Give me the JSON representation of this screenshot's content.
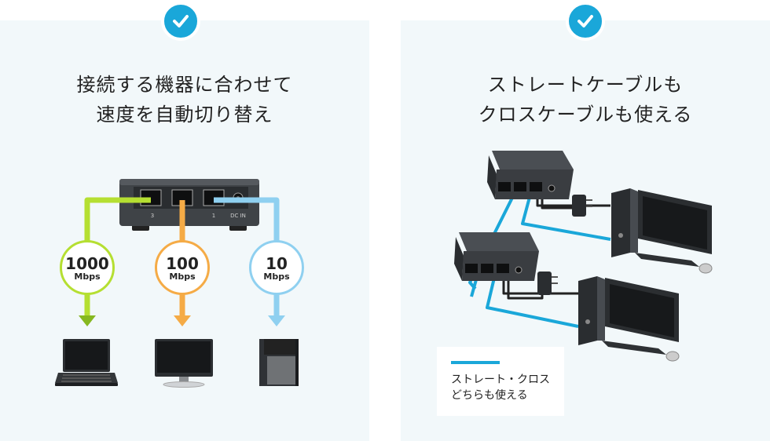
{
  "left_panel": {
    "title_line1": "接続する機器に合わせて",
    "title_line2": "速度を自動切り替え",
    "port_labels": [
      "3",
      "1",
      "DC IN"
    ],
    "speeds": [
      {
        "value": "1000",
        "unit": "Mbps",
        "color": "#b5df32"
      },
      {
        "value": "100",
        "unit": "Mbps",
        "color": "#f5ab46"
      },
      {
        "value": "10",
        "unit": "Mbps",
        "color": "#8fd0f0"
      }
    ]
  },
  "right_panel": {
    "title_line1": "ストレートケーブルも",
    "title_line2": "クロスケーブルも使える",
    "legend": {
      "line1": "ストレート・クロス",
      "line2": "どちらも使える"
    }
  },
  "colors": {
    "accent": "#1aa7d9",
    "panel_bg": "#f2f8fa"
  }
}
